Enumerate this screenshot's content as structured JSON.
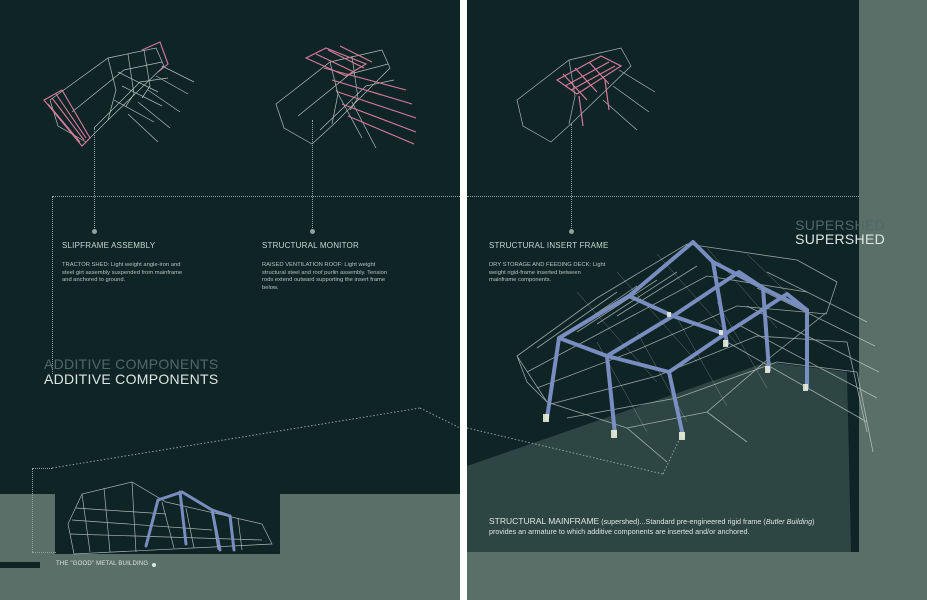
{
  "left_page": {
    "components": [
      {
        "title": "SLIPFRAME ASSEMBLY",
        "description": "TRACTOR SHED: Light weight angle-iron and steel girt assembly suspended from mainframe and anchored to ground."
      },
      {
        "title": "STRUCTURAL MONITOR",
        "description": "RAISED VENTILATION ROOF: Light weight structural steel and roof purlin assembly. Tension rods extend outward supporting the insert frame below."
      }
    ],
    "heading_ghost": "ADDITIVE COMPONENTS",
    "heading": "ADDITIVE COMPONENTS",
    "footer_text": "THE \"GOOD\" METAL BUILDING"
  },
  "right_page": {
    "component": {
      "title": "STRUCTURAL INSERT FRAME",
      "description": "DRY STORAGE AND FEEDING DECK: Light weight rigid-frame inserted between mainframe components."
    },
    "heading_ghost": "SUPERSHED",
    "heading": "SUPERSHED",
    "mainframe": {
      "lead": "STRUCTURAL MAINFRAME",
      "paren": " (supershed)",
      "text_a": "...Standard pre-engineered rigid frame (",
      "italic": "Butler Building",
      "text_b": ") provides an armature to which additive components are inserted and/or anchored."
    }
  },
  "colors": {
    "background": "#0f2424",
    "panel_gray": "#5b6f69",
    "highlight_pink": "#d67a9c",
    "frame_blue": "#7f93c9",
    "wire": "#cfd9d6"
  }
}
